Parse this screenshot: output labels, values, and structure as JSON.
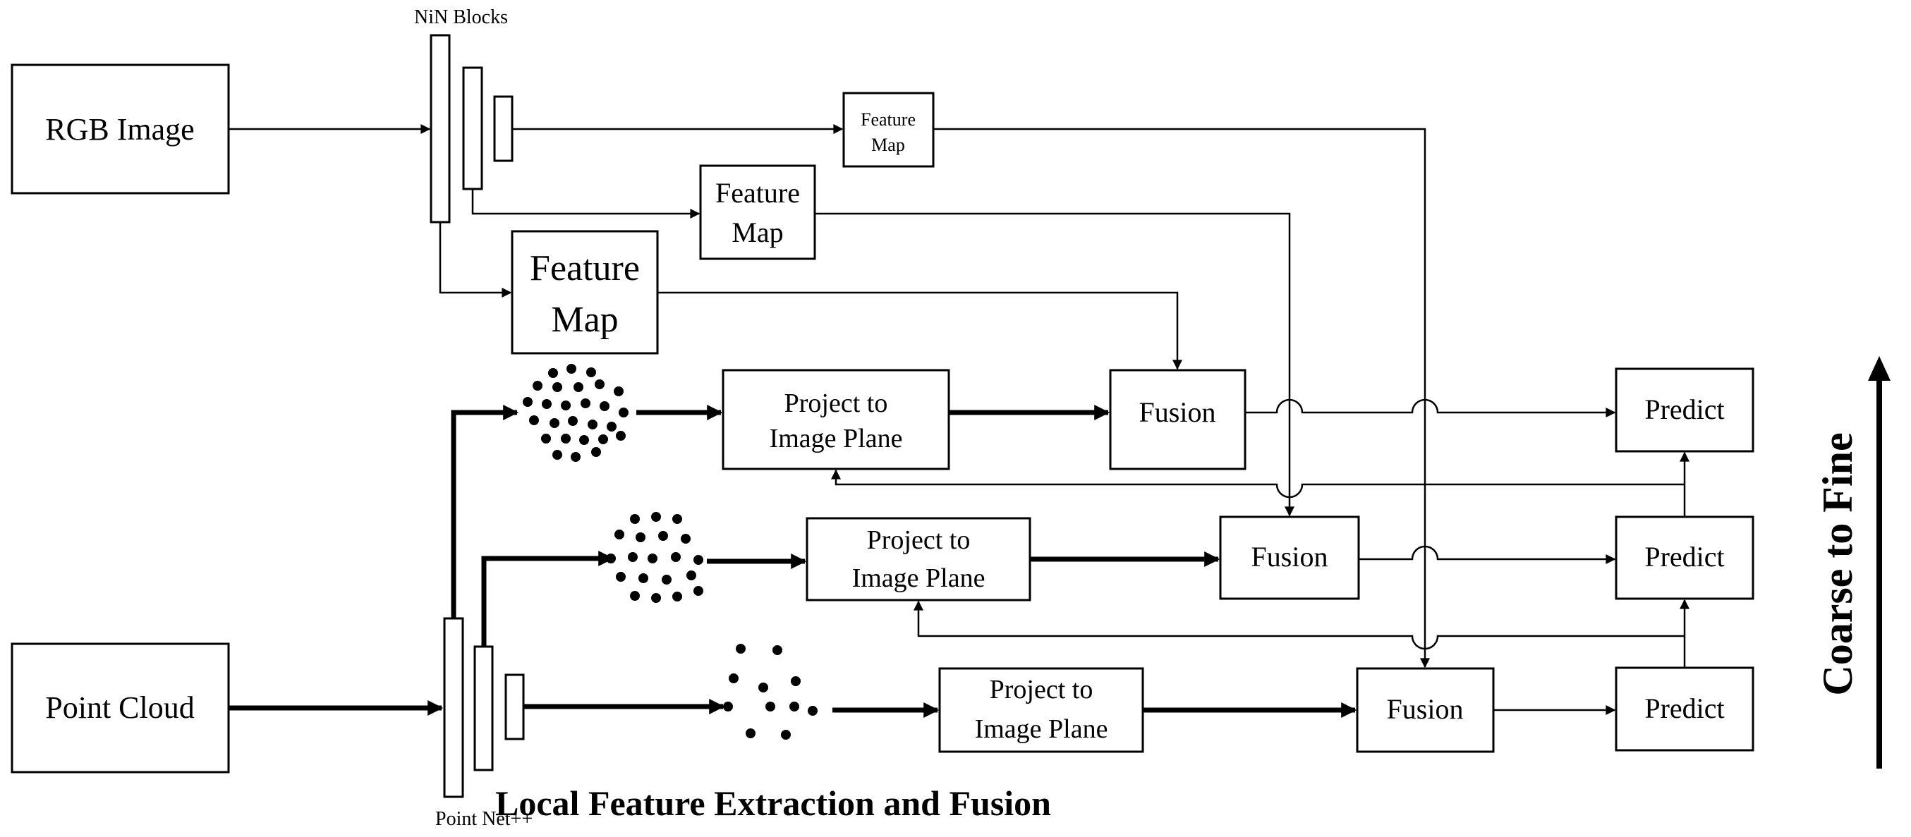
{
  "labels": {
    "nin_blocks": "NiN Blocks",
    "rgb_image": "RGB Image",
    "point_cloud": "Point Cloud",
    "point_net": "Point Net++",
    "feature_map": {
      "line1": "Feature",
      "line2": "Map"
    },
    "project": {
      "line1": "Project to",
      "line2": "Image Plane"
    },
    "fusion": "Fusion",
    "predict": "Predict",
    "caption": "Local Feature Extraction and Fusion",
    "direction": "Coarse to Fine"
  },
  "colors": {
    "stroke": "#000000",
    "background": "#ffffff"
  }
}
